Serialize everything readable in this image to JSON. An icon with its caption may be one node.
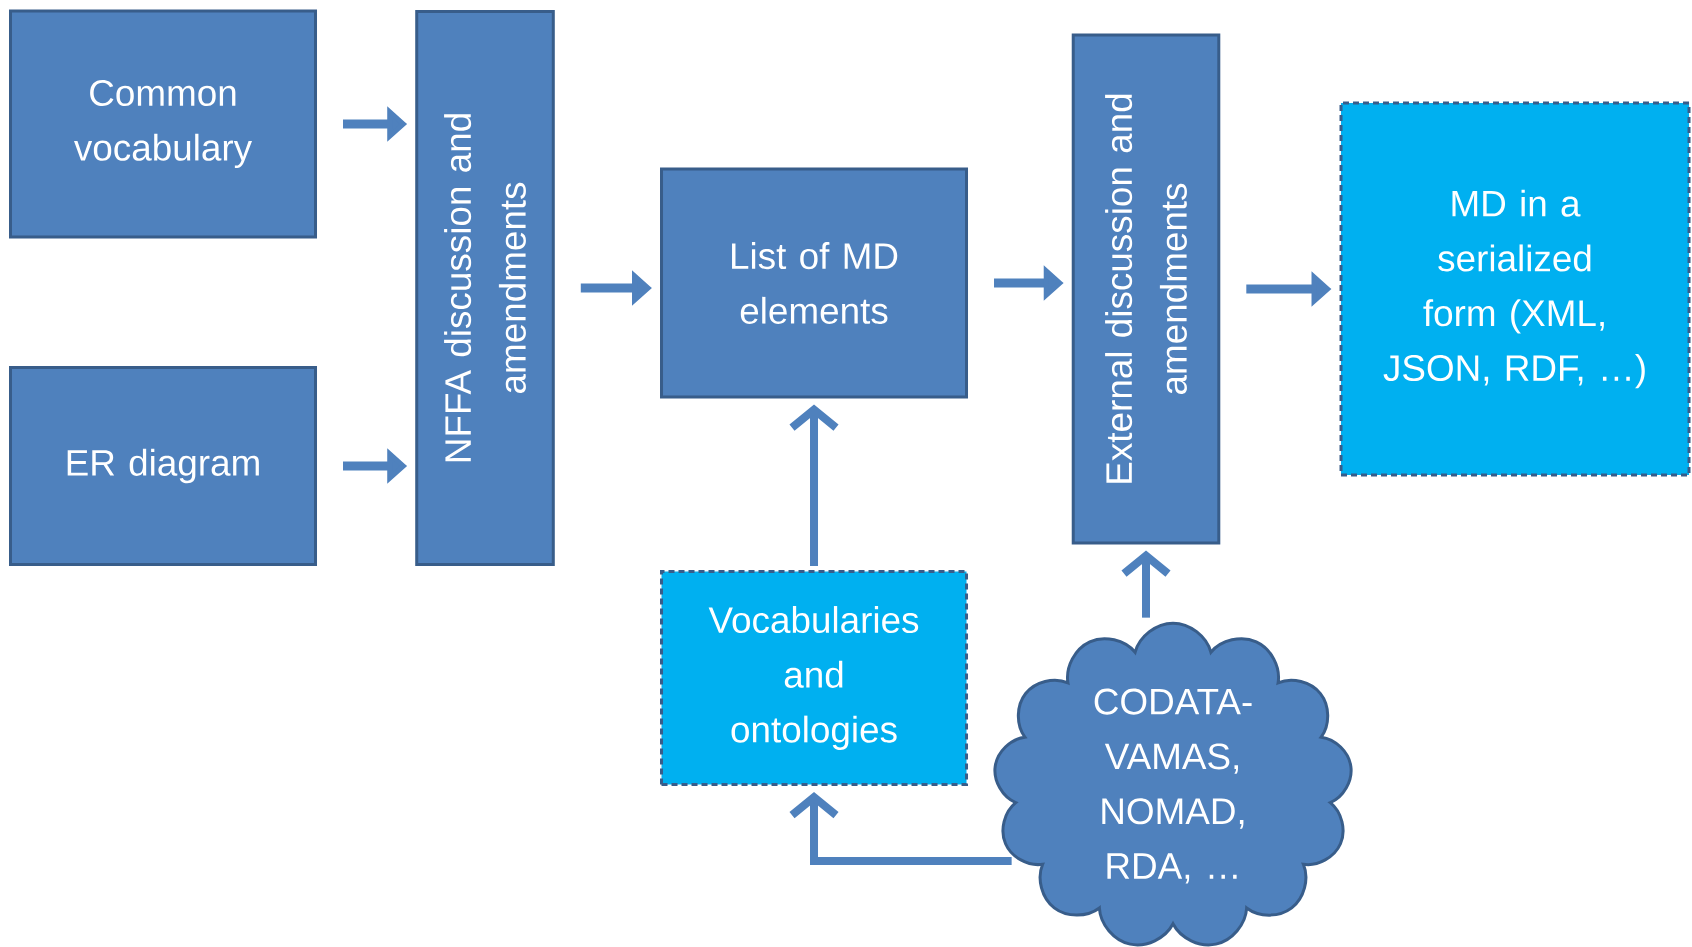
{
  "diagram": {
    "nodes": [
      {
        "text": [
          "Common vocabulary"
        ]
      },
      {
        "text": [
          "ER diagram"
        ]
      },
      {
        "text": [
          "NFFA discussion and amendments"
        ]
      },
      {
        "text": [
          "List of MD elements"
        ]
      },
      {
        "text": [
          "External discussion and amendments"
        ]
      },
      {
        "text": [
          "MD in a serialized form (XML, JSON, RDF, …)"
        ]
      },
      {
        "text": [
          "Vocabularies and ontologies"
        ]
      },
      {
        "text": [
          "CODATA-VAMAS, NOMAD, RDA, …"
        ]
      }
    ],
    "edges": [
      {
        "from": 0,
        "to": 2,
        "arrow": "to"
      },
      {
        "from": 1,
        "to": 2,
        "arrow": "to"
      },
      {
        "from": 2,
        "to": 3,
        "arrow": "to"
      },
      {
        "from": 3,
        "to": 4,
        "arrow": "to"
      },
      {
        "from": 4,
        "to": 5,
        "arrow": "to"
      },
      {
        "from": 6,
        "to": 3,
        "arrow": "to"
      },
      {
        "from": 7,
        "to": 4,
        "arrow": "to"
      },
      {
        "from": 7,
        "to": 6,
        "arrow": "to"
      }
    ]
  }
}
